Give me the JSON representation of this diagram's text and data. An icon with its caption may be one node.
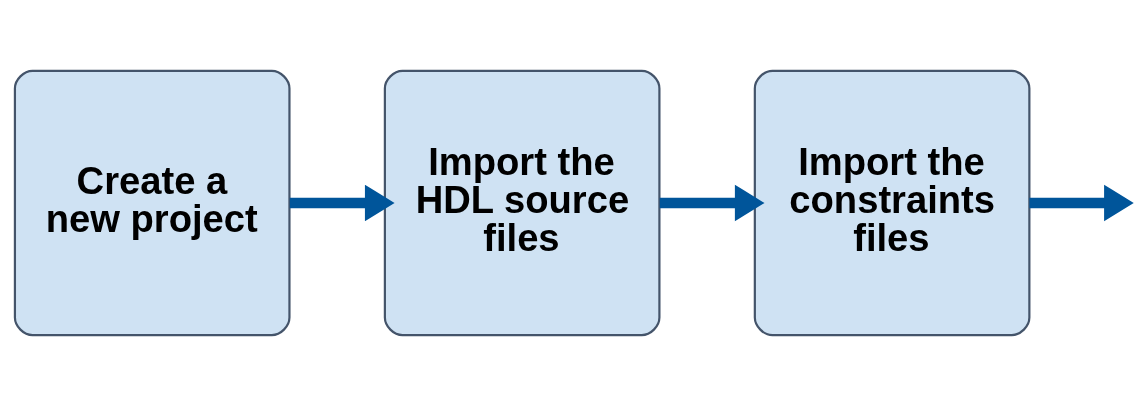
{
  "diagram": {
    "nodes": [
      {
        "text": [
          "Create a new project"
        ]
      },
      {
        "text": [
          "Import the HDL source files"
        ]
      },
      {
        "text": [
          "Import the constraints files"
        ]
      }
    ],
    "edges": [
      {
        "from": 0,
        "to": 1,
        "arrow": "to"
      },
      {
        "from": 1,
        "to": 2,
        "arrow": "to"
      },
      {
        "from": 2,
        "to": null,
        "arrow": "to"
      }
    ]
  }
}
